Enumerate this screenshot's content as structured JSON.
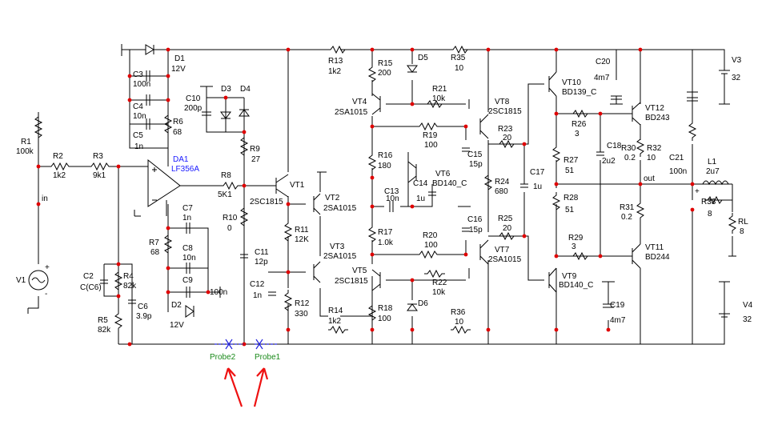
{
  "labels": {
    "R1": "R1",
    "R1v": "100k",
    "R2": "R2",
    "R2v": "1k2",
    "R3": "R3",
    "R3v": "9k1",
    "in": "in",
    "V1": "V1",
    "C2": "C2",
    "C2v": "C(C6)",
    "R4": "R4",
    "R4v": "82k",
    "R5": "R5",
    "R5v": "82k",
    "C6": "C6",
    "C6v": "3.9p",
    "D1": "D1",
    "D1v": "12V",
    "C3": "C3",
    "C3v": "100n",
    "C4": "C4",
    "C4v": "10n",
    "C5": "C5",
    "C5v": "1n",
    "R6": "R6",
    "R6v": "68",
    "DA1": "DA1",
    "DA1v": "LF356A",
    "C7": "C7",
    "C7v": "1n",
    "R7": "R7",
    "R7v": "68",
    "C8": "C8",
    "C8v": "10n",
    "C9": "C9",
    "C9v": "100n",
    "D2": "D2",
    "D2v": "12V",
    "C10": "C10",
    "C10v": "200p",
    "D3": "D3",
    "D4": "D4",
    "R9": "R9",
    "R9v": "27",
    "R8": "R8",
    "R8v": "5K1",
    "R10": "R10",
    "R10v": "0",
    "C11": "C11",
    "C11v": "12p",
    "C12": "C12",
    "C12v": "1n",
    "VT1": "VT1",
    "VT1v": "2SC1815",
    "VT2": "VT2",
    "VT2v": "2SA1015",
    "VT3": "VT3",
    "VT3v": "2SA1015",
    "VT4": "VT4",
    "VT4v": "2SA1015",
    "VT5": "VT5",
    "VT5v": "2SC1815",
    "R11": "R11",
    "R11v": "12K",
    "R12": "R12",
    "R12v": "330",
    "R13": "R13",
    "R13v": "1k2",
    "R14": "R14",
    "R14v": "1k2",
    "R15": "R15",
    "R15v": "200",
    "R16": "R16",
    "R16v": "180",
    "R17": "R17",
    "R17v": "1.0k",
    "R18": "R18",
    "R18v": "100",
    "D5": "D5",
    "D6": "D6",
    "R21": "R21",
    "R21v": "10k",
    "R22": "R22",
    "R22v": "10k",
    "R19": "R19",
    "R19v": "100",
    "R20": "R20",
    "R20v": "100",
    "C13": "C13",
    "C13v": "10n",
    "C14": "C14",
    "C14v": "1u",
    "VT6": "VT6",
    "VT6v": "BD140_C",
    "R35": "R35",
    "R35v": "10",
    "R36": "R36",
    "R36v": "10",
    "C15": "C15",
    "C15v": "15p",
    "C16": "C16",
    "C16v": "15p",
    "VT8": "VT8",
    "VT8v": "2SC1815",
    "VT7": "VT7",
    "VT7v": "2SA1015",
    "R23": "R23",
    "R23v": "20",
    "R24": "R24",
    "R24v": "680",
    "R25": "R25",
    "R25v": "20",
    "C17": "C17",
    "C17v": "1u",
    "VT10": "VT10",
    "VT10v": "BD139_C",
    "VT9": "VT9",
    "VT9v": "BD140_C",
    "C20": "C20",
    "C20v": "4m7",
    "C19": "C19",
    "C19v": "4m7",
    "R26": "R26",
    "R26v": "3",
    "R27": "R27",
    "R27v": "51",
    "R28": "R28",
    "R28v": "51",
    "R29": "R29",
    "R29v": "3",
    "C18": "C18",
    "C18v": "2u2",
    "VT12": "VT12",
    "VT12v": "BD243",
    "VT11": "VT11",
    "VT11v": "BD244",
    "R30": "R30",
    "R30v": "0.2",
    "R31": "R31",
    "R31v": "0.2",
    "R32": "R32",
    "R32v": "10",
    "out": "out",
    "C21": "C21",
    "C21v": "100n",
    "L1": "L1",
    "L1v": "2u7",
    "R33": "R33",
    "R33v": "8",
    "RL": "RL",
    "RLv": "8",
    "V3": "V3",
    "V3v": "32",
    "V4": "V4",
    "V4v": "32"
  },
  "probes": {
    "probe1": "Probe1",
    "probe2": "Probe2"
  },
  "colors": {
    "wire": "#000000",
    "node": "#e00000",
    "component_label": "#1a1aff",
    "probe": "#1a8a1a",
    "arrow": "#ee1111"
  }
}
